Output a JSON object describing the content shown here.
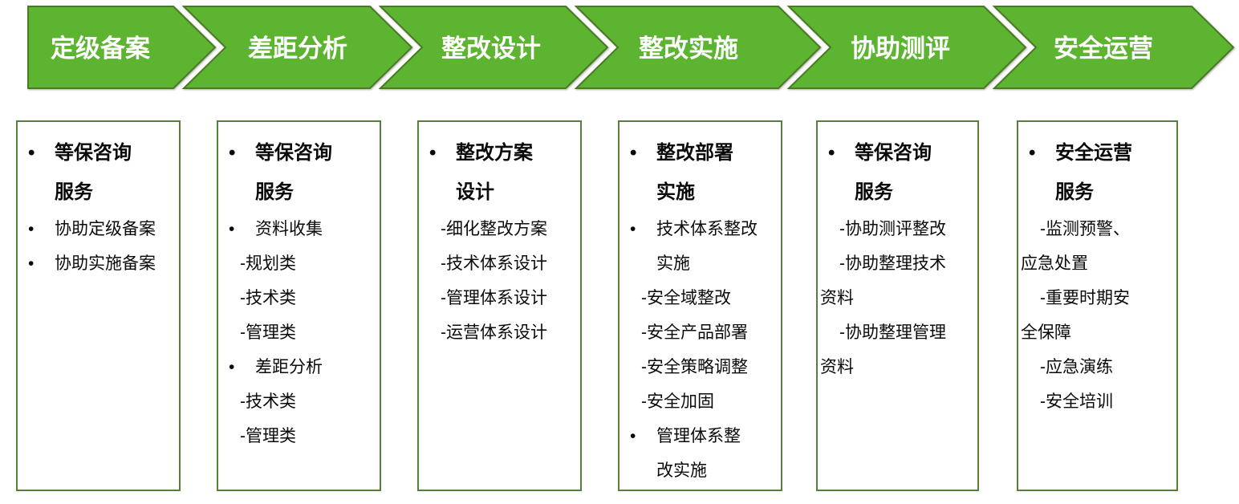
{
  "steps": [
    {
      "label": "定级备案"
    },
    {
      "label": "差距分析"
    },
    {
      "label": "整改设计"
    },
    {
      "label": "整改实施"
    },
    {
      "label": "协助测评"
    },
    {
      "label": "安全运营"
    }
  ],
  "columns": [
    {
      "step": "定级备案",
      "lines": [
        {
          "t": "等保咨询",
          "s": "bullet-bold"
        },
        {
          "t": "服务",
          "s": "cont-bold"
        },
        {
          "t": "协助定级备案",
          "s": "bullet"
        },
        {
          "t": "协助实施备案",
          "s": "bullet"
        }
      ]
    },
    {
      "step": "差距分析",
      "lines": [
        {
          "t": "等保咨询",
          "s": "bullet-bold"
        },
        {
          "t": "服务",
          "s": "cont-bold"
        },
        {
          "t": "资料收集",
          "s": "bullet"
        },
        {
          "t": "-规划类",
          "s": "dash"
        },
        {
          "t": "-技术类",
          "s": "dash"
        },
        {
          "t": "-管理类",
          "s": "dash"
        },
        {
          "t": "差距分析",
          "s": "bullet"
        },
        {
          "t": "-技术类",
          "s": "dash"
        },
        {
          "t": "-管理类",
          "s": "dash"
        }
      ]
    },
    {
      "step": "整改设计",
      "lines": [
        {
          "t": "整改方案",
          "s": "bullet-bold"
        },
        {
          "t": "设计",
          "s": "cont-bold"
        },
        {
          "t": "-细化整改方案",
          "s": "dash"
        },
        {
          "t": "-技术体系设计",
          "s": "dash"
        },
        {
          "t": "-管理体系设计",
          "s": "dash"
        },
        {
          "t": "-运营体系设计",
          "s": "dash"
        }
      ]
    },
    {
      "step": "整改实施",
      "lines": [
        {
          "t": "整改部署",
          "s": "bullet-bold"
        },
        {
          "t": "实施",
          "s": "cont-bold"
        },
        {
          "t": "技术体系整改",
          "s": "bullet"
        },
        {
          "t": "实施",
          "s": "cont"
        },
        {
          "t": "-安全域整改",
          "s": "dash"
        },
        {
          "t": "-安全产品部署",
          "s": "dash"
        },
        {
          "t": "-安全策略调整",
          "s": "dash"
        },
        {
          "t": "-安全加固",
          "s": "dash"
        },
        {
          "t": "管理体系整",
          "s": "bullet"
        },
        {
          "t": "改实施",
          "s": "cont"
        }
      ]
    },
    {
      "step": "协助测评",
      "lines": [
        {
          "t": "等保咨询",
          "s": "bullet-bold"
        },
        {
          "t": "服务",
          "s": "cont-bold"
        },
        {
          "t": "-协助测评整改",
          "s": "dash"
        },
        {
          "t": "-协助整理技术",
          "s": "dash"
        },
        {
          "t": "资料",
          "s": "flush"
        },
        {
          "t": "-协助整理管理",
          "s": "dash"
        },
        {
          "t": "资料",
          "s": "flush"
        }
      ]
    },
    {
      "step": "安全运营",
      "lines": [
        {
          "t": "安全运营",
          "s": "bullet-bold"
        },
        {
          "t": "服务",
          "s": "cont-bold"
        },
        {
          "t": "-监测预警、",
          "s": "dash"
        },
        {
          "t": "应急处置",
          "s": "flush"
        },
        {
          "t": "-重要时期安",
          "s": "dash"
        },
        {
          "t": "全保障",
          "s": "flush"
        },
        {
          "t": "-应急演练",
          "s": "dash"
        },
        {
          "t": "-安全培训",
          "s": "dash"
        }
      ]
    }
  ],
  "list_marker": "•",
  "colors": {
    "chevron_fill": "#5CB431",
    "chevron_stroke": "#4A7A22",
    "chevron_text": "#FFFFFF",
    "box_border": "#538135",
    "text": "#0A0A0A",
    "background": "#FFFFFF"
  }
}
